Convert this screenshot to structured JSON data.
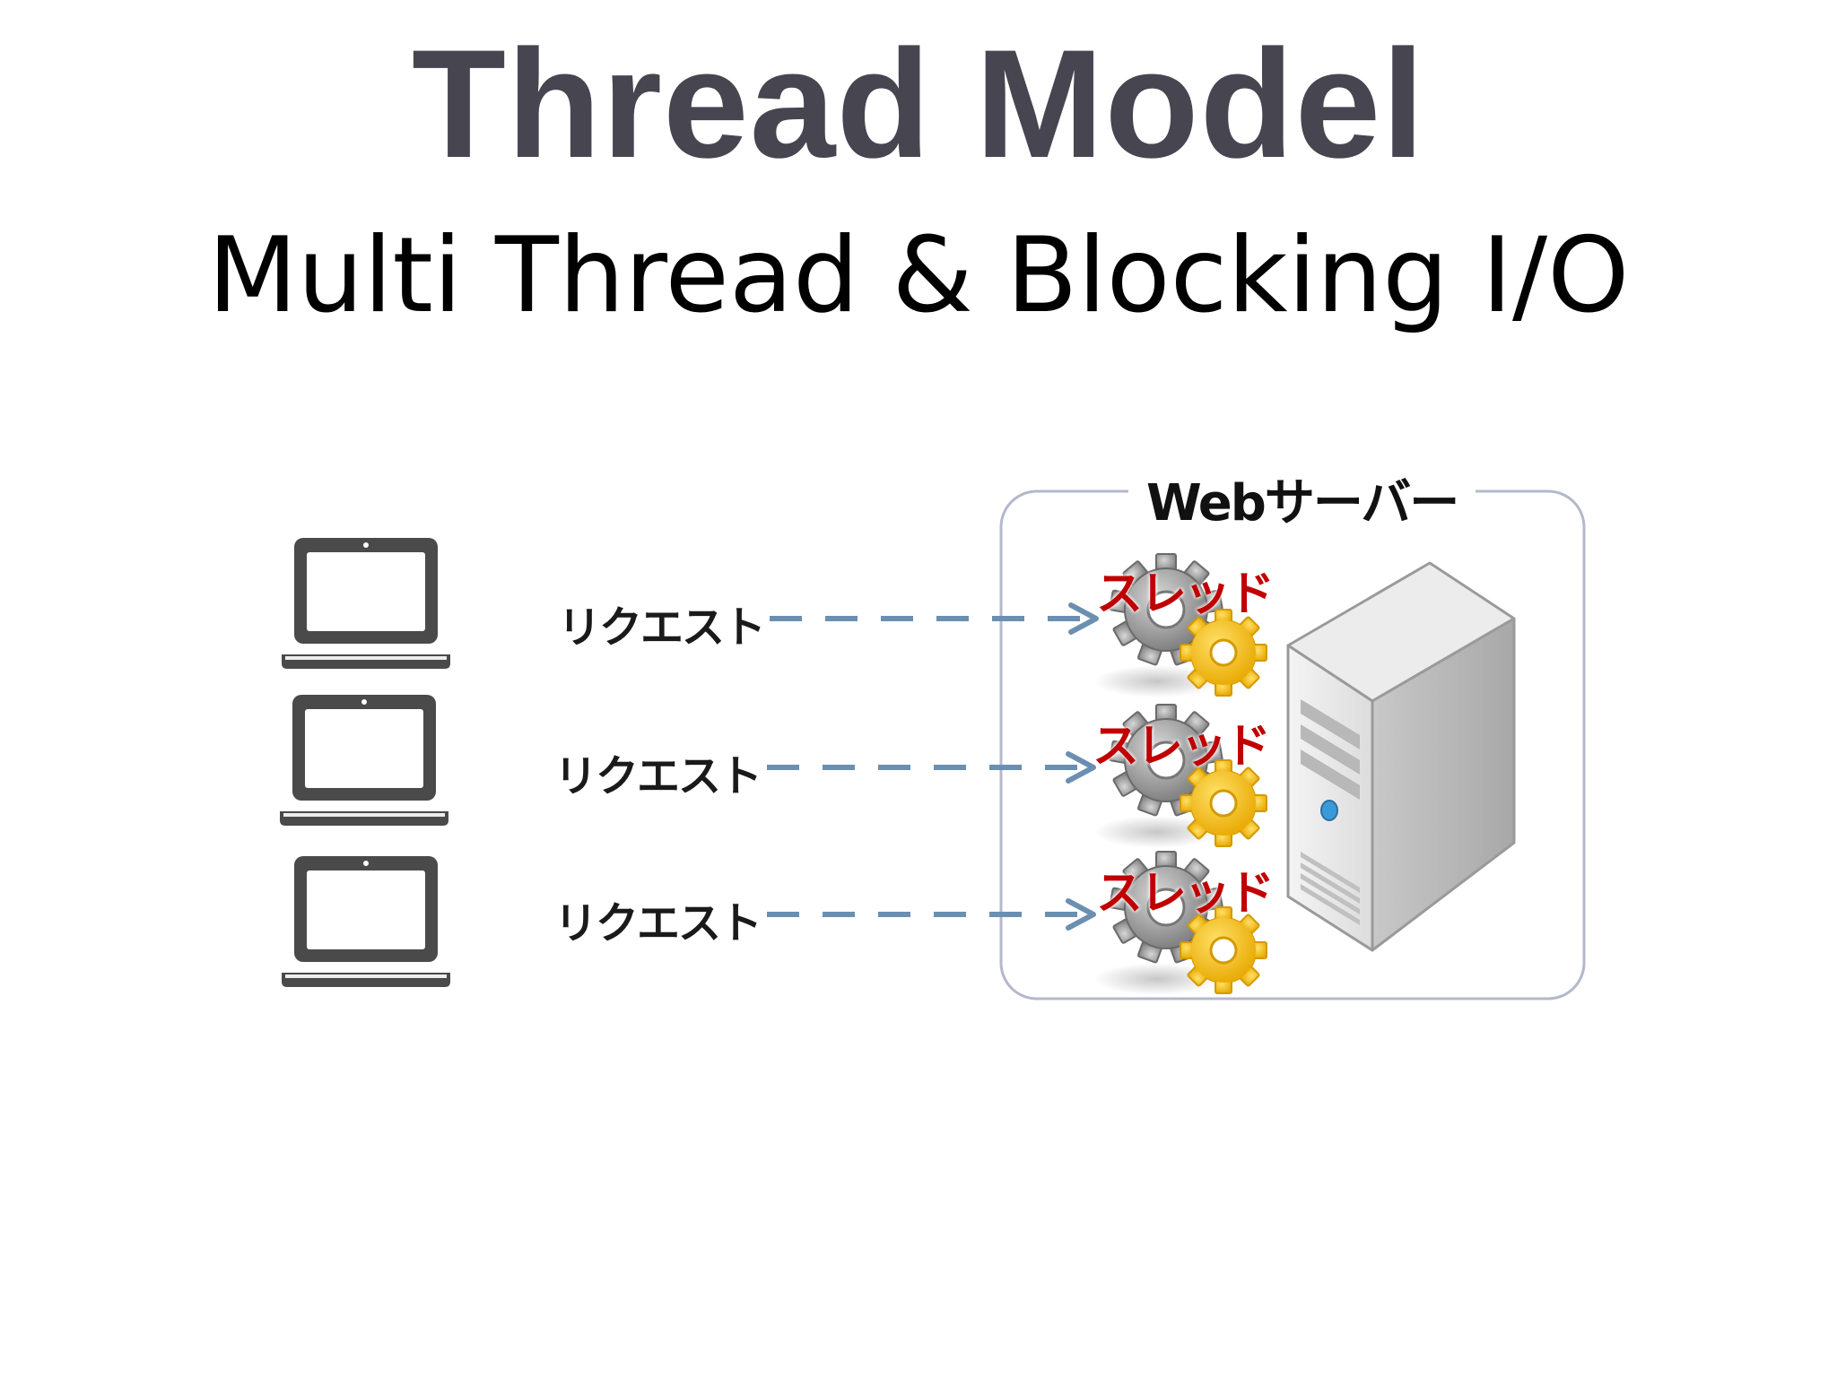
{
  "slide": {
    "title": "Thread Model",
    "subtitle": "Multi Thread & Blocking I/O"
  },
  "server": {
    "label": "Webサーバー"
  },
  "rows": [
    {
      "request_label": "リクエスト",
      "thread_label": "スレッド"
    },
    {
      "request_label": "リクエスト",
      "thread_label": "スレッド"
    },
    {
      "request_label": "リクエスト",
      "thread_label": "スレッド"
    }
  ],
  "colors": {
    "title": "#464550",
    "arrow": "#6b8fb0",
    "thread_text": "#c00000",
    "box_border": "#b4b8cc",
    "laptop": "#4a4a4a",
    "gear_gray": "#9a9a9a",
    "gear_gold": "#f2c21c"
  },
  "icons": {
    "client": "laptop-icon",
    "thread": "gear-icon",
    "server": "server-tower-icon"
  }
}
